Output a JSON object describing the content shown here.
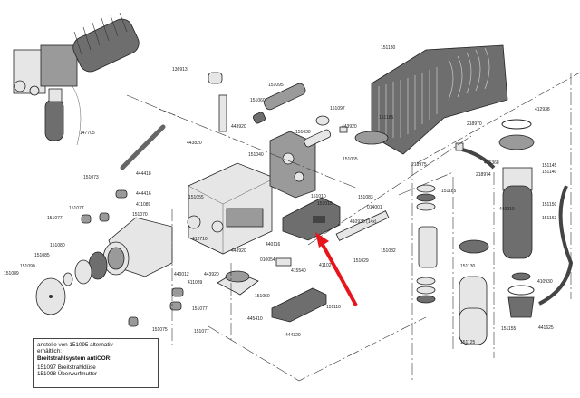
{
  "diagram": {
    "highlight_color": "#e8141b",
    "part_labels": [
      "136913",
      "151180",
      "151095",
      "151060",
      "151097",
      "151165",
      "443920",
      "443920",
      "147705",
      "151030",
      "443820",
      "151040",
      "151065",
      "218970",
      "412938",
      "218975",
      "415368",
      "218974",
      "151145",
      "151140",
      "444418",
      "151073",
      "151055",
      "444416",
      "411089",
      "151070",
      "151077",
      "151077",
      "151010",
      "151010",
      "151083",
      "014001",
      "410935 (14x)",
      "151185",
      "440910",
      "151150",
      "151163",
      "151080",
      "151085",
      "151090",
      "151089",
      "412710",
      "443920",
      "440012",
      "443920",
      "411089",
      "440116",
      "010054",
      "415540",
      "41102",
      "151029",
      "151082",
      "151050",
      "151077",
      "151110",
      "151130",
      "410930",
      "151155",
      "441625",
      "151125",
      "151075",
      "151077",
      "445410",
      "444320"
    ]
  },
  "note": {
    "line1": "anstelle von 151095 alternativ",
    "line2": "erhältlich:",
    "line3": "Breitstrahlsystem antiCOR:",
    "line4": "151097 Breitstrahldüse",
    "line5": "151098 Überwurfmutter"
  }
}
